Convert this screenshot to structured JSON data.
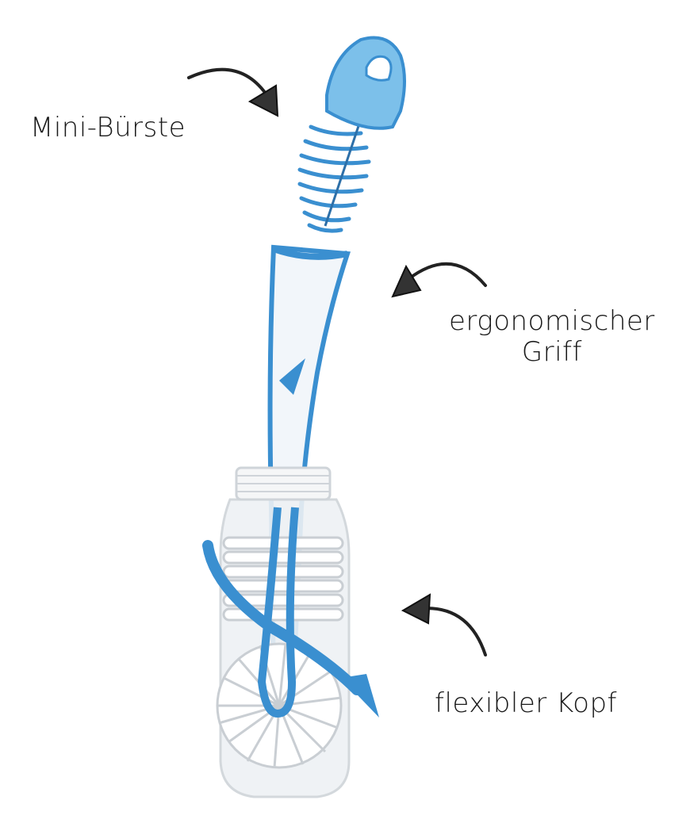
{
  "labels": {
    "mini_brush": "Mini-Bürste",
    "handle_line1": "ergonomischer",
    "handle_line2": "Griff",
    "head": "flexibler Kopf"
  },
  "colors": {
    "accent_blue": "#3a8fd0",
    "light_blue": "#7cc0ea",
    "ink": "#1a1a1a",
    "bottle_gray": "#e9ecef"
  }
}
